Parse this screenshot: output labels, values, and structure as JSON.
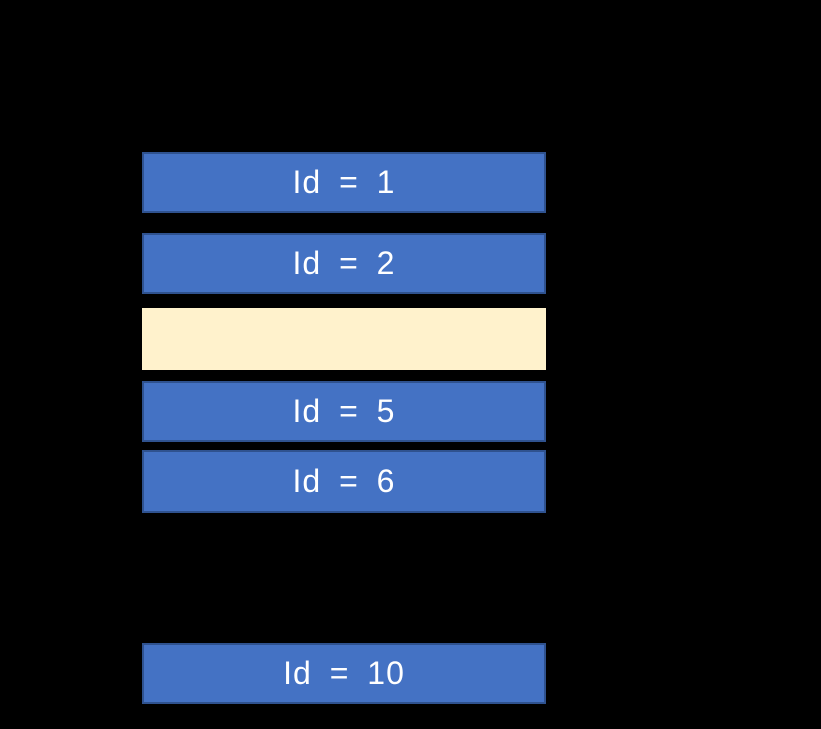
{
  "canvas": {
    "background": "#000000"
  },
  "colors": {
    "bar_fill": "#4472C4",
    "bar_border": "#2F528F",
    "highlight_fill": "#FFF2CC",
    "label_text": "#FFFFFF"
  },
  "rows": [
    {
      "label": "Id = 1",
      "type": "blue"
    },
    {
      "label": "Id = 2",
      "type": "blue"
    },
    {
      "label": "",
      "type": "highlight"
    },
    {
      "label": "Id = 5",
      "type": "blue"
    },
    {
      "label": "Id = 6",
      "type": "blue"
    },
    {
      "label": "Id = 10",
      "type": "blue"
    }
  ]
}
